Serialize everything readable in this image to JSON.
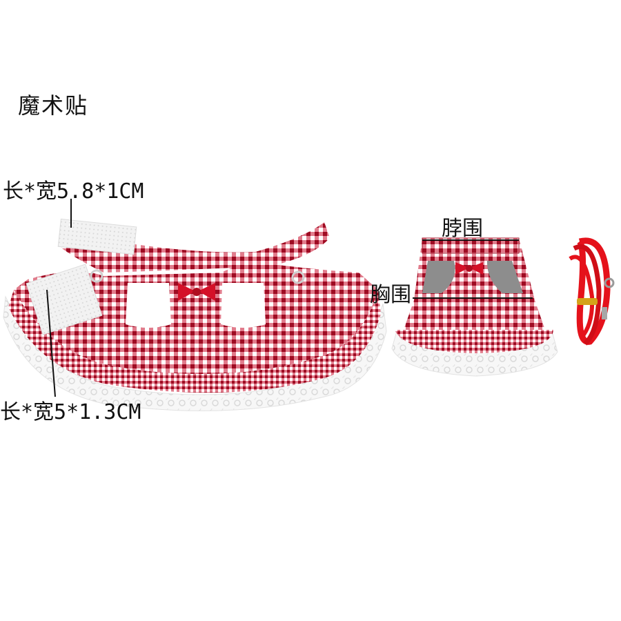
{
  "labels": {
    "title": "魔术贴",
    "velcro_top_size": "长*宽5.8*1CM",
    "velcro_side_size": "长*宽5*1.3CM",
    "neck_girth": "脖围",
    "chest_girth": "胸围"
  },
  "colors": {
    "gingham_red": "#c8102e",
    "gingham_white": "#ffffff",
    "leash_red": "#e5121b",
    "lace_white": "#f4f4f4",
    "mesh_grey": "#8d8d8d"
  }
}
